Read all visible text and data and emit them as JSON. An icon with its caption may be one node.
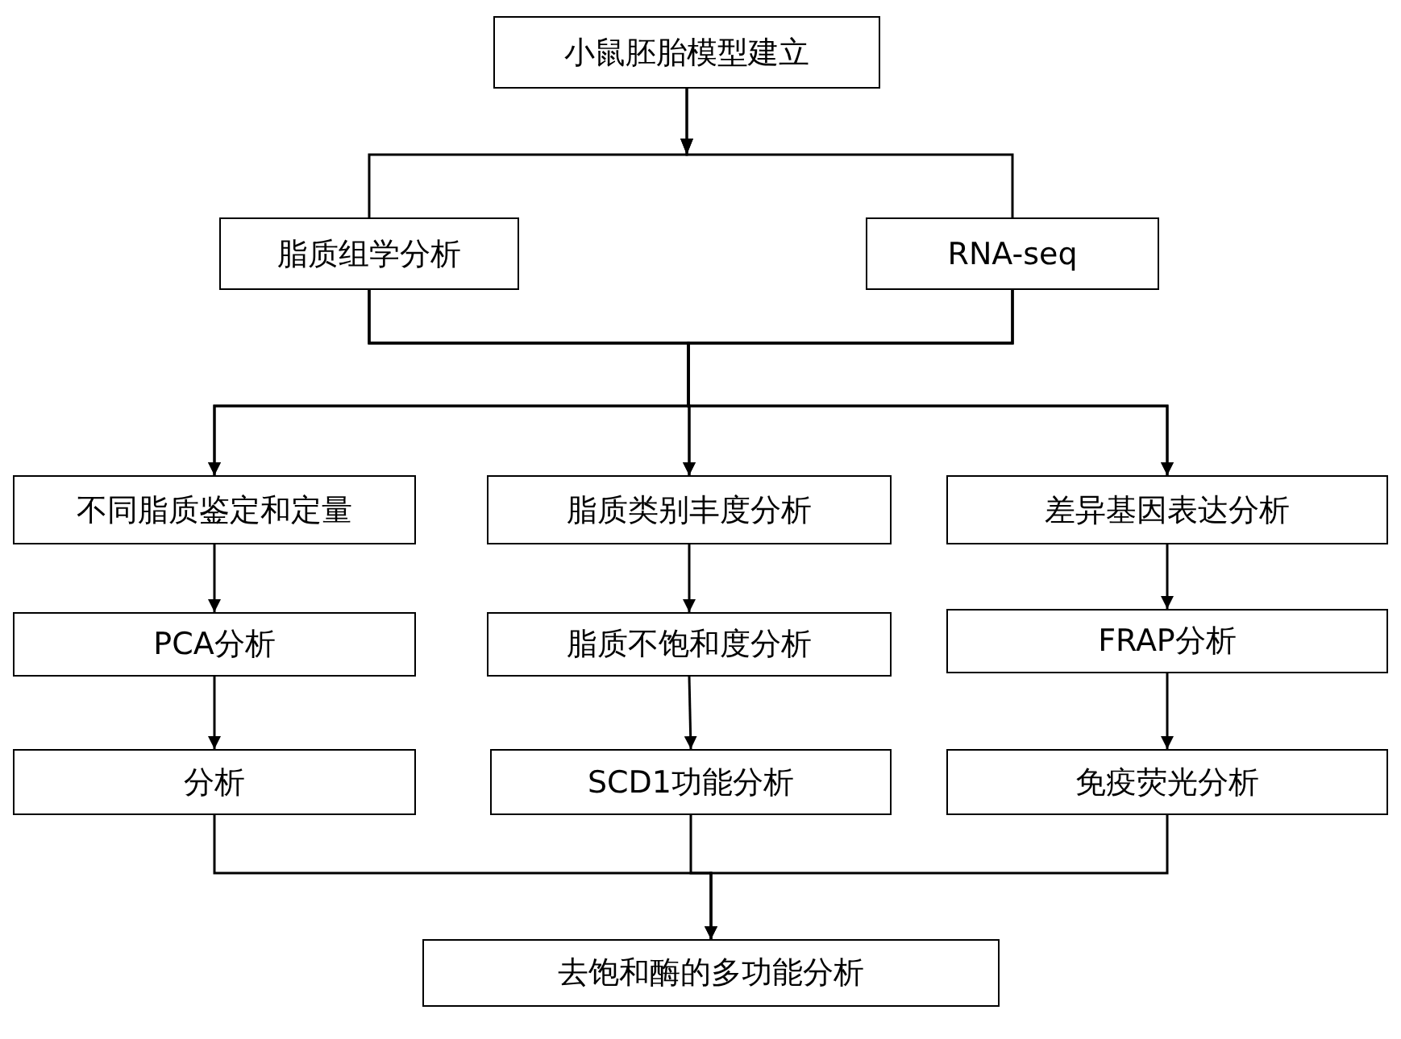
{
  "diagram": {
    "nodes": [
      {
        "text": [
          "小鼠胚胎模型建立"
        ]
      },
      {
        "text": [
          "脂质组学分析"
        ]
      },
      {
        "text": [
          "RNA-seq"
        ]
      },
      {
        "text": [
          "不同脂质鉴定和定量"
        ]
      },
      {
        "text": [
          "脂质类别丰度分析"
        ]
      },
      {
        "text": [
          "差异基因表达分析"
        ]
      },
      {
        "text": [
          "PCA分析"
        ]
      },
      {
        "text": [
          "脂质不饱和度分析"
        ]
      },
      {
        "text": [
          "FRAP分析"
        ]
      },
      {
        "text": [
          "分析"
        ]
      },
      {
        "text": [
          "SCD1功能分析"
        ]
      },
      {
        "text": [
          "免疫荧光分析"
        ]
      },
      {
        "text": [
          "去饱和酶的多功能分析"
        ]
      }
    ],
    "edges": [
      {
        "from": 0,
        "to": 1,
        "arrow": "to"
      },
      {
        "from": 0,
        "to": 2,
        "arrow": "to"
      },
      {
        "from": 1,
        "to": 3,
        "arrow": "to"
      },
      {
        "from": 1,
        "to": 4,
        "arrow": "to"
      },
      {
        "from": 1,
        "to": 5,
        "arrow": "to"
      },
      {
        "from": 2,
        "to": 3,
        "arrow": "to"
      },
      {
        "from": 2,
        "to": 4,
        "arrow": "to"
      },
      {
        "from": 2,
        "to": 5,
        "arrow": "to"
      },
      {
        "from": 3,
        "to": 6,
        "arrow": "to"
      },
      {
        "from": 6,
        "to": 9,
        "arrow": "to"
      },
      {
        "from": 4,
        "to": 7,
        "arrow": "to"
      },
      {
        "from": 7,
        "to": 10,
        "arrow": "to"
      },
      {
        "from": 5,
        "to": 8,
        "arrow": "to"
      },
      {
        "from": 8,
        "to": 11,
        "arrow": "to"
      },
      {
        "from": 9,
        "to": 12,
        "arrow": "to"
      },
      {
        "from": 10,
        "to": 12,
        "arrow": "to"
      },
      {
        "from": 11,
        "to": 12,
        "arrow": "to"
      }
    ]
  }
}
